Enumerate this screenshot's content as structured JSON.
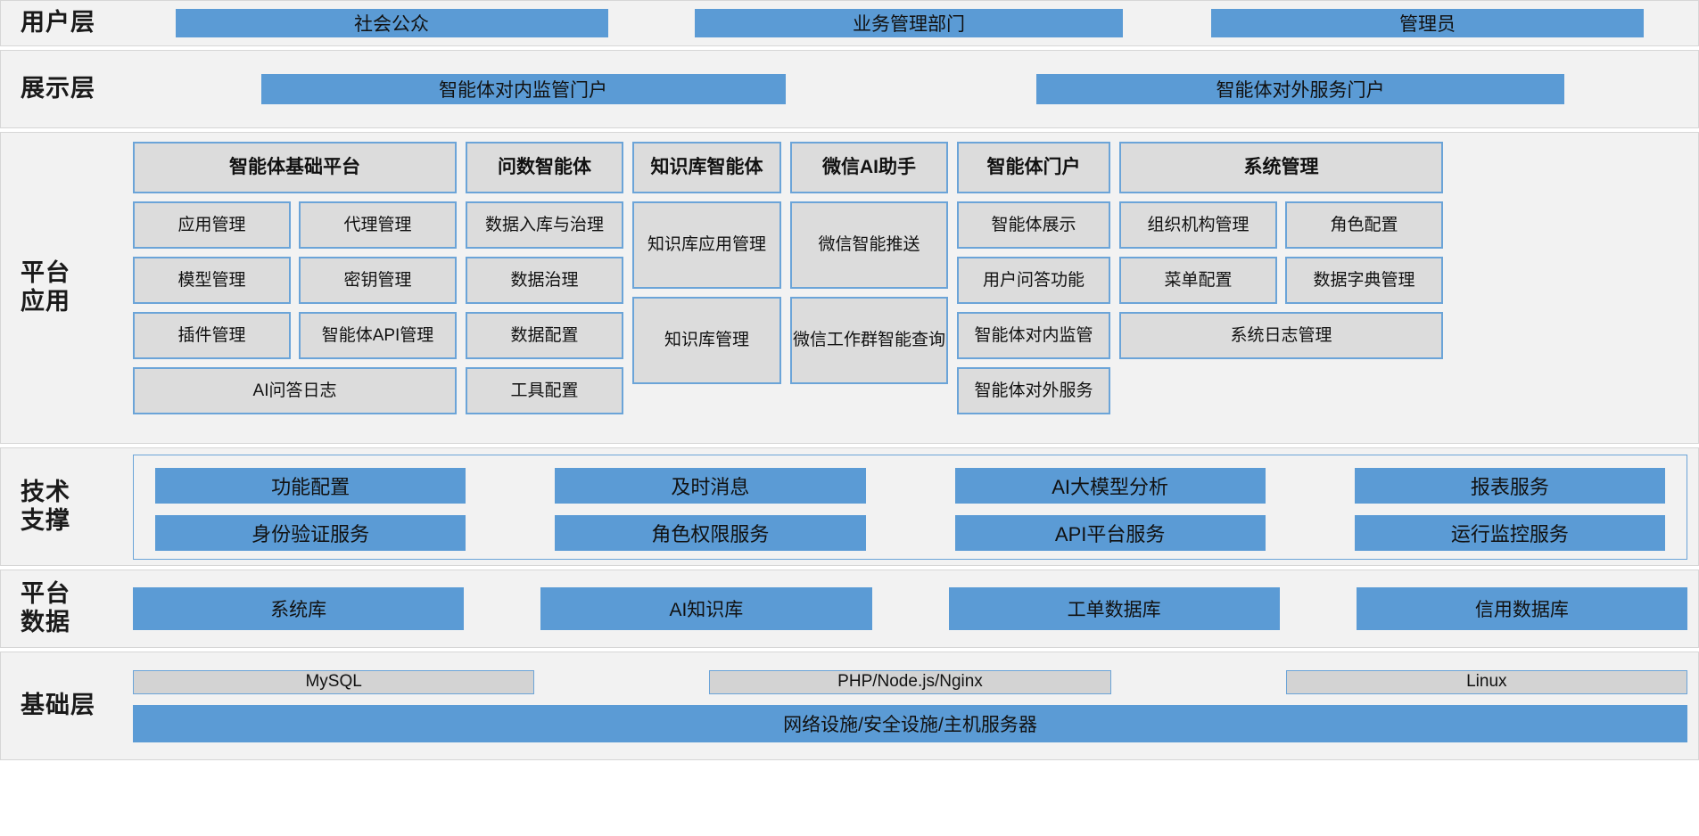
{
  "layers": {
    "user": {
      "label_line1": "用户层",
      "items": [
        "社会公众",
        "业务管理部门",
        "管理员"
      ]
    },
    "presentation": {
      "label_line1": "展示层",
      "items": [
        "智能体对内监管门户",
        "智能体对外服务门户"
      ]
    },
    "platform_app": {
      "label_line1": "平台",
      "label_line2": "应用",
      "columns": [
        {
          "title": "智能体基础平台",
          "grid_items": [
            "应用管理",
            "代理管理",
            "模型管理",
            "密钥管理",
            "插件管理",
            "智能体API管理"
          ],
          "full_items": [
            "AI问答日志"
          ]
        },
        {
          "title": "问数智能体",
          "items": [
            "数据入库与治理",
            "数据治理",
            "数据配置",
            "工具配置"
          ]
        },
        {
          "title": "知识库智能体",
          "items": [
            "知识库应用管理",
            "知识库管理"
          ]
        },
        {
          "title": "微信AI助手",
          "items": [
            "微信智能推送",
            "微信工作群智能查询"
          ]
        },
        {
          "title": "智能体门户",
          "items": [
            "智能体展示",
            "用户问答功能",
            "智能体对内监管",
            "智能体对外服务"
          ]
        },
        {
          "title": "系统管理",
          "grid_items": [
            "组织机构管理",
            "角色配置",
            "菜单配置",
            "数据字典管理"
          ],
          "full_items": [
            "系统日志管理"
          ]
        }
      ]
    },
    "tech_support": {
      "label_line1": "技术",
      "label_line2": "支撑",
      "items": [
        "功能配置",
        "及时消息",
        "AI大模型分析",
        "报表服务",
        "身份验证服务",
        "角色权限服务",
        "API平台服务",
        "运行监控服务"
      ]
    },
    "platform_data": {
      "label_line1": "平台",
      "label_line2": "数据",
      "items": [
        "系统库",
        "AI知识库",
        "工单数据库",
        "信用数据库"
      ]
    },
    "infrastructure": {
      "label_line1": "基础层",
      "chips": [
        "MySQL",
        "PHP/Node.js/Nginx",
        "Linux"
      ],
      "wide": "网络设施/安全设施/主机服务器"
    }
  },
  "colors": {
    "blue": "#5b9bd5",
    "grey_box": "#dcdcdc",
    "outline": "#6ba4d8",
    "band_bg": "#f2f2f2",
    "chip_grey": "#d3d3d3"
  }
}
